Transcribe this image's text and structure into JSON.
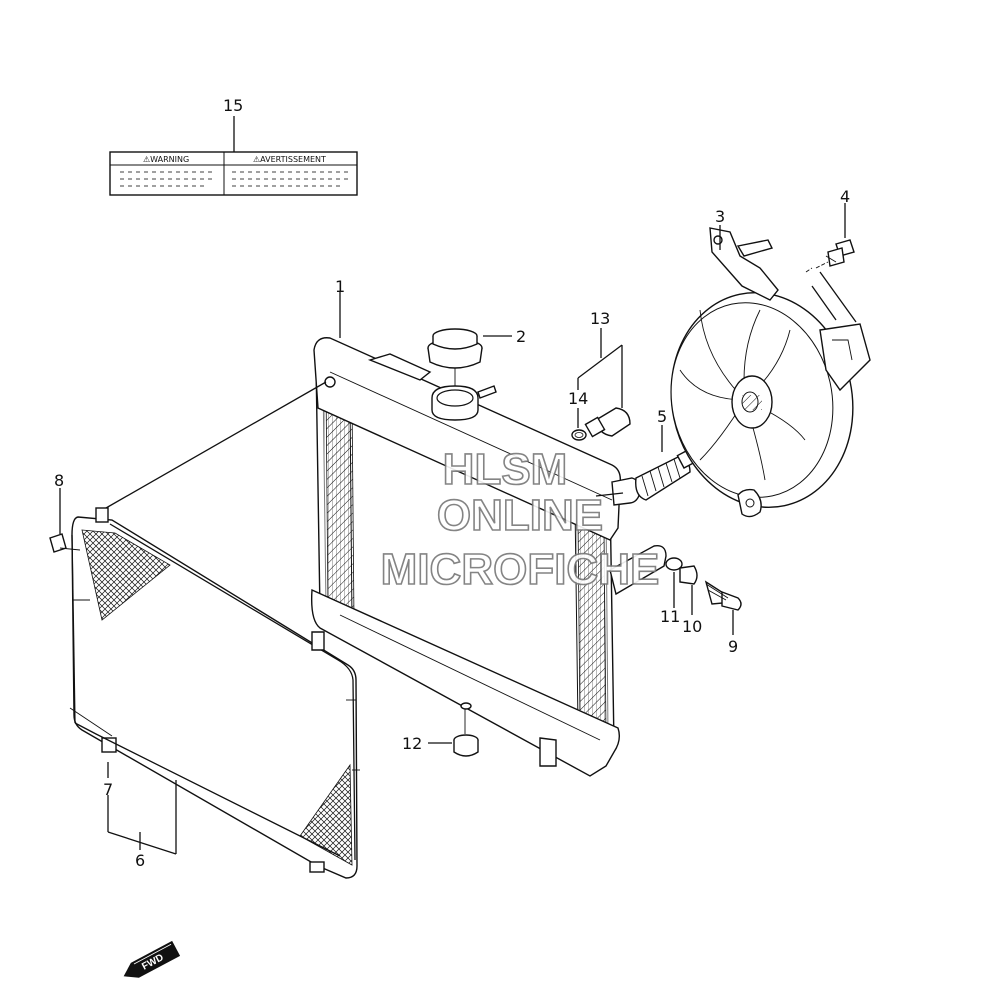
{
  "warning_label": {
    "left_heading": "⚠WARNING",
    "right_heading": "⚠AVERTISSEMENT"
  },
  "callouts": {
    "p1": "1",
    "p2": "2",
    "p3": "3",
    "p4": "4",
    "p5": "5",
    "p6": "6",
    "p7": "7",
    "p8": "8",
    "p9": "9",
    "p10": "10",
    "p11": "11",
    "p12": "12",
    "p13": "13",
    "p14": "14",
    "p15": "15"
  },
  "watermark": {
    "line1": "HLSM",
    "line2": "ONLINE",
    "line3": "MICROFICHE"
  },
  "direction_badge": "FWD"
}
